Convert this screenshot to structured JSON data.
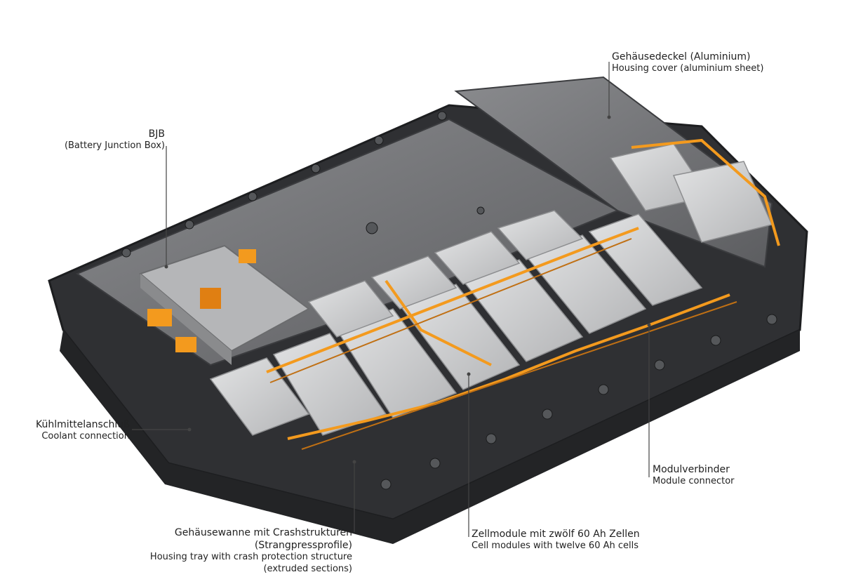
{
  "labels": {
    "cover": {
      "de": "Gehäusedeckel (Aluminium)",
      "en": "Housing cover (aluminium sheet)"
    },
    "bjb": {
      "de": "BJB",
      "en": "(Battery Junction Box)"
    },
    "coolant": {
      "de": "Kühlmittelanschluß",
      "en": "Coolant connection"
    },
    "connector": {
      "de": "Modulverbinder",
      "en": "Module connector"
    },
    "tray": {
      "de1": "Gehäusewanne mit Crashstrukturen",
      "de2": "(Strangpressprofile)",
      "en1": "Housing tray with crash protection structure",
      "en2": "(extruded sections)"
    },
    "cells": {
      "de": "Zellmodule mit zwölf 60 Ah Zellen",
      "en": "Cell modules with twelve 60 Ah cells"
    }
  },
  "colors": {
    "frame": "#2f3033",
    "cover": "#6e6f72",
    "module": "#c9cacb",
    "wiring": "#f39a1e",
    "leader": "#444444"
  }
}
